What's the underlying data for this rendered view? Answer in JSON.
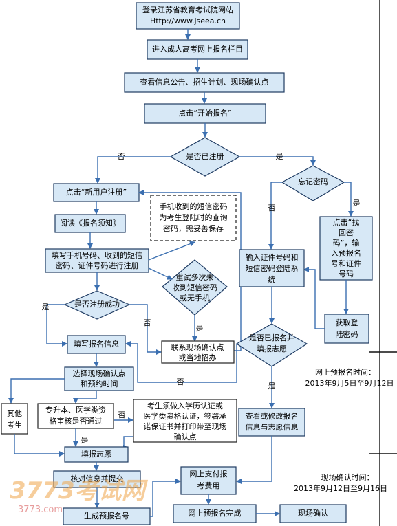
{
  "nodes": {
    "login_line1": "登录江苏省教育考试院网站",
    "login_line2": "Http://www.jseea.cn",
    "enter": "进入成人高考网上报名栏目",
    "view_info": "查看信息公告、招生计划、现场确认点",
    "start": "点击“开始报名”",
    "registered_q": "是否已注册",
    "no": "否",
    "yes": "是",
    "new_user": "点击“新用户注册”",
    "read_notice": "阅读《报名须知》",
    "fill_phone": [
      "填写手机号码、收到的短信",
      "密码、证件号码进行注册"
    ],
    "sms_note": [
      "手机收到的短信密码",
      "为考生登陆时的查询",
      "密码，需妥善保存"
    ],
    "retry": [
      "重试多次未",
      "收到短信密码",
      "或无手机"
    ],
    "reg_success_q": "是否注册成功",
    "fill_info": "填写报名信息",
    "contact": [
      "联系现场确认点",
      "或当地招办"
    ],
    "choose_site": [
      "选择现场确认点",
      "和预约时间"
    ],
    "other": [
      "其他",
      "考生"
    ],
    "check_q": [
      "专升本、医学类资",
      "格审核是否通过"
    ],
    "check_note": [
      "考生须做入学历认证或",
      "医学类资格认证，签署承",
      "诺保证书并打印带至现场",
      "确认点"
    ],
    "fill_wish": "填报志愿",
    "verify_submit": "核对信息并提交",
    "gen_number": "生成预报名号",
    "forgot_q": "忘记密码",
    "retrieve": [
      "点击“找",
      "回密",
      "码”，输",
      "入预报名",
      "号和证件",
      "号码"
    ],
    "get_pwd": [
      "获取登",
      "陆密码"
    ],
    "login_sys": [
      "输入证件号码和",
      "短信密码登陆系",
      "统"
    ],
    "applied_q": [
      "是否已报名并",
      "填报志愿"
    ],
    "view_modify": [
      "查看或修改报名",
      "信息与志愿信息"
    ],
    "pay": [
      "网上支付报",
      "考费用"
    ],
    "done": "网上预报名完成",
    "onsite": "现场确认"
  },
  "timeline": {
    "pre_label": "网上预报名时间：",
    "pre_dates": "2013年9月5日至9月12日",
    "confirm_label": "现场确认时间：",
    "confirm_dates": "2013年9月12日至9月16日"
  },
  "watermark": {
    "logo": "3773考试网",
    "url": "3773.com"
  }
}
